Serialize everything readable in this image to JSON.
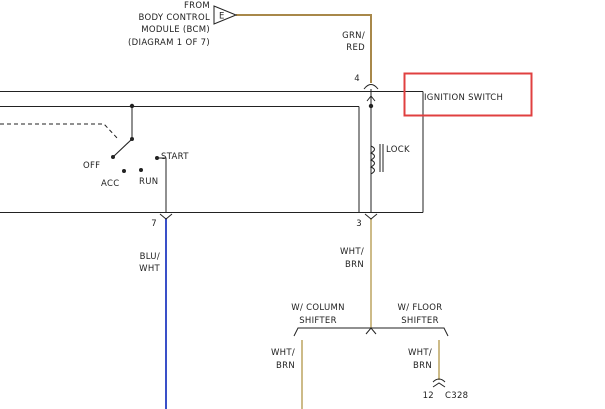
{
  "source": {
    "lines": [
      "FROM",
      "BODY CONTROL",
      "MODULE (BCM)",
      "(DIAGRAM 1 OF 7)"
    ],
    "connector_letter": "E"
  },
  "wires": {
    "grn_red": [
      "GRN/",
      "RED"
    ],
    "blu_wht": [
      "BLU/",
      "WHT"
    ],
    "wht_brn_main": [
      "WHT/",
      "BRN"
    ],
    "wht_brn_left": [
      "WHT/",
      "BRN"
    ],
    "wht_brn_right": [
      "WHT/",
      "BRN"
    ]
  },
  "pins": {
    "top": "4",
    "left": "7",
    "right": "3"
  },
  "switch": {
    "title": "IGNITION SWITCH",
    "positions": {
      "off": "OFF",
      "acc": "ACC",
      "run": "RUN",
      "start": "START"
    },
    "lock_label": "LOCK"
  },
  "branches": {
    "left": [
      "W/ COLUMN",
      "SHIFTER"
    ],
    "right": [
      "W/ FLOOR",
      "SHIFTER"
    ]
  },
  "connector_c328": {
    "pin": "12",
    "label": "C328"
  },
  "colors": {
    "wire_grn_red": "#a8884a",
    "wire_wht_brn": "#cdbb88",
    "wire_blu_wht": "#3a50c8",
    "highlight_box": "#e04040",
    "line": "#222222"
  }
}
